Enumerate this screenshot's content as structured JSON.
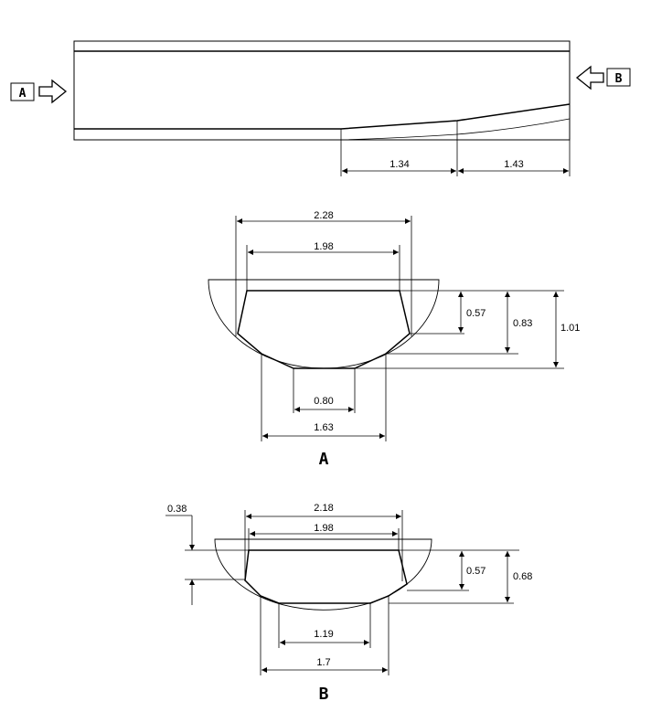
{
  "top_view": {
    "label_a": "A",
    "label_b": "B",
    "dims": {
      "seg1": "1.34",
      "seg2": "1.43"
    }
  },
  "section_a": {
    "title": "A",
    "dims": {
      "outer_width": "2.28",
      "top_width": "1.98",
      "bottom_width": "0.80",
      "mid_width": "1.63",
      "depth_1": "0.57",
      "depth_2": "0.83",
      "depth_3": "1.01"
    }
  },
  "section_b": {
    "title": "B",
    "dims": {
      "offset": "0.38",
      "outer_width": "2.18",
      "top_width": "1.98",
      "bottom_width": "1.19",
      "mid_width": "1.7",
      "depth_1": "0.57",
      "depth_2": "0.68"
    }
  }
}
